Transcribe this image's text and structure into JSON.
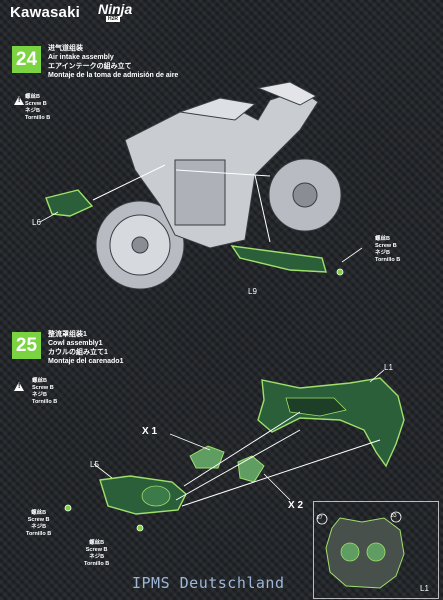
{
  "header": {
    "brand": "Kawasaki",
    "logo_script": "Ninja",
    "logo_sub": "H2R"
  },
  "step24": {
    "number": "24",
    "title_zh": "进气道组装",
    "title_en": "Air intake assembly",
    "title_ja": "エアインテークの組み立て",
    "title_es": "Montaje de la toma de admisión de aire"
  },
  "step25": {
    "number": "25",
    "title_zh": "整流罩组装1",
    "title_en": "Cowl assembly1",
    "title_ja": "カウルの組み立て1",
    "title_es": "Montaje del carenado1"
  },
  "screw": {
    "zh": "螺丝B",
    "en": "Screw B",
    "ja": "ネジB",
    "es": "Tornillo B"
  },
  "parts": {
    "l6": "L6",
    "l9": "L9",
    "l1": "L1",
    "l5": "L5",
    "x1": "X 1",
    "x2": "X 2",
    "inset_l1": "L1"
  },
  "inset_markers": {
    "left": "27",
    "right": "33"
  },
  "watermark": "IPMS Deutschland",
  "colors": {
    "accent": "#7bd341",
    "part_green": "#2a5f3a",
    "bike_grey": "#c9ccd1",
    "background": "#1f2226"
  }
}
